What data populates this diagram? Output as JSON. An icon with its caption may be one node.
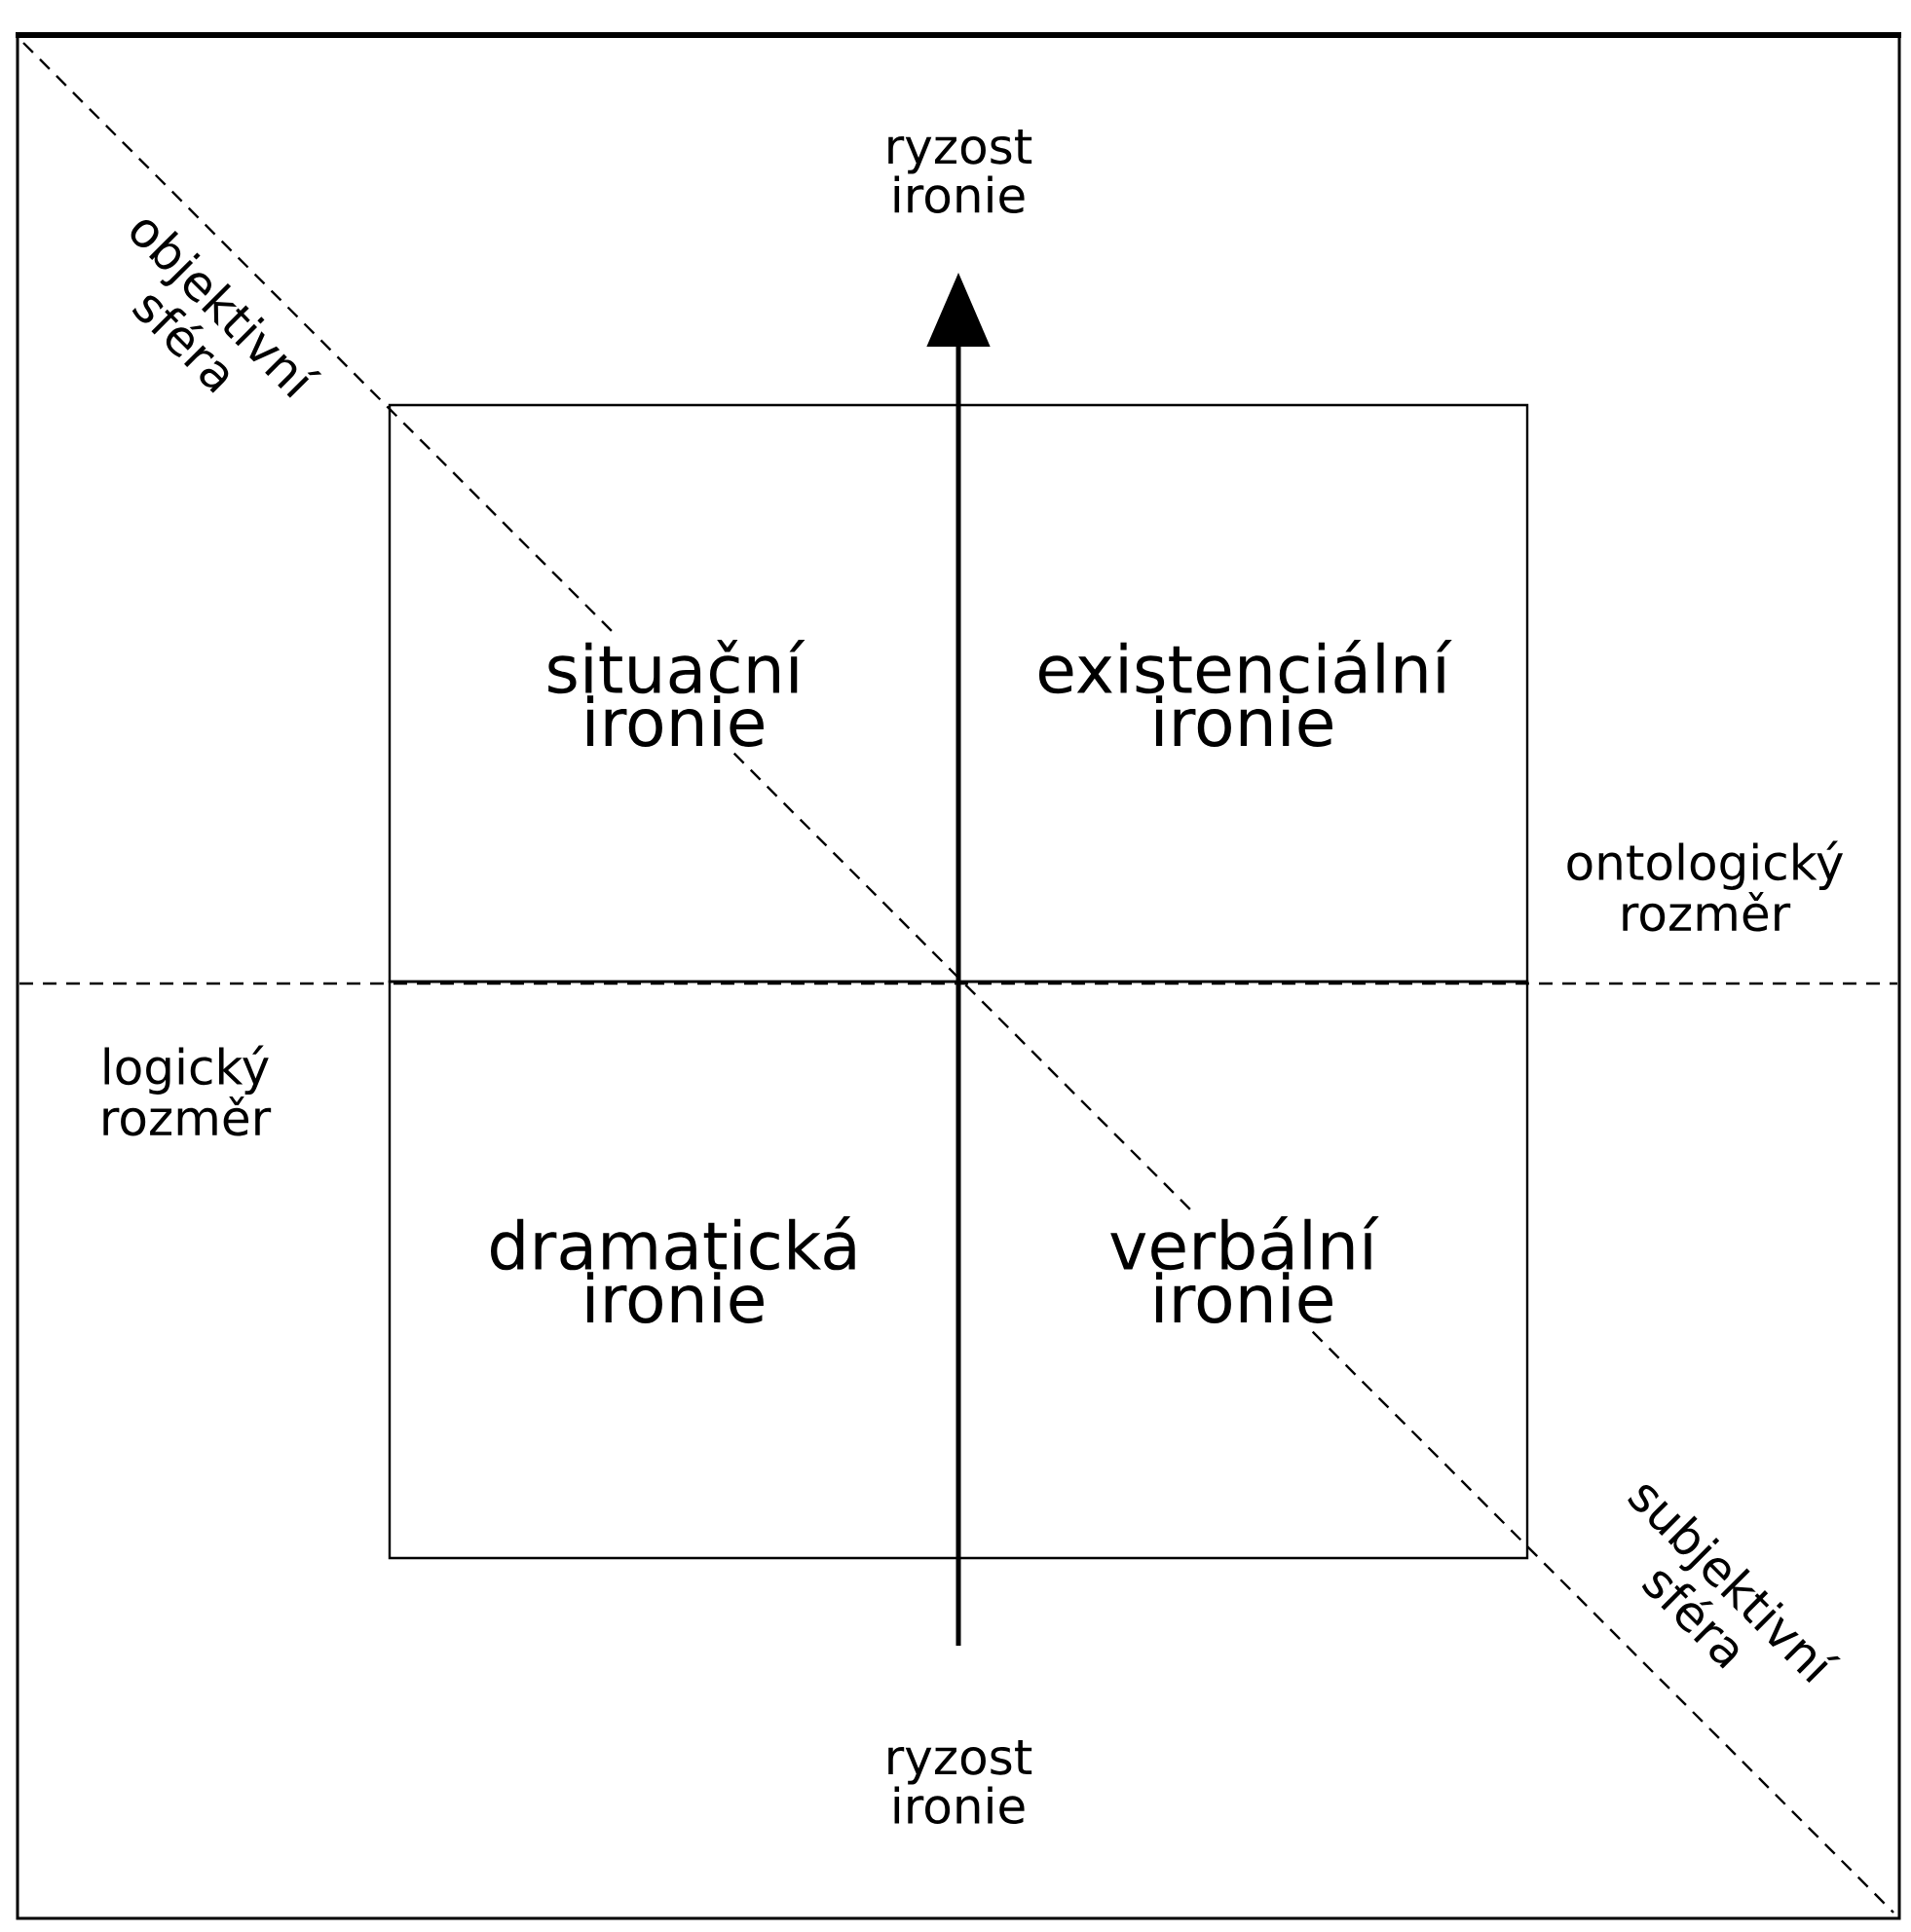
{
  "diagram": {
    "nodes": [
      {
        "text": [
          "situační ironie"
        ]
      },
      {
        "text": [
          "existenciální ironie"
        ]
      },
      {
        "text": [
          "dramatická ironie"
        ]
      },
      {
        "text": [
          "verbální ironie"
        ]
      }
    ],
    "labels": [
      "ryzost ironie",
      "objektivní sféra",
      "ontologický rozměr",
      "logický rozměr",
      "subjektivní sféra",
      "ryzost ironie"
    ]
  }
}
